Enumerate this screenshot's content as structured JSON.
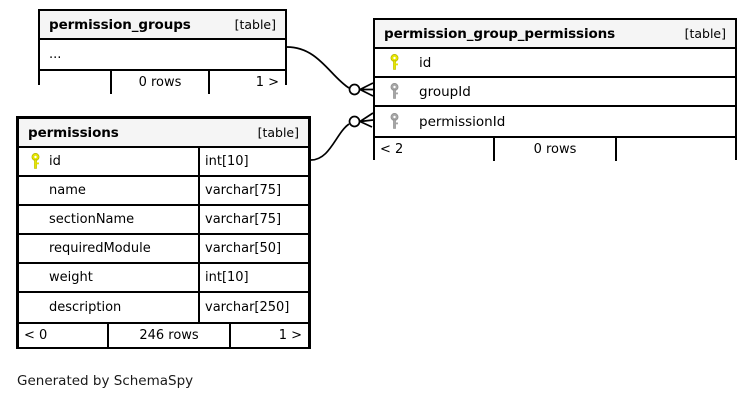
{
  "diagram": {
    "kind": "entity-relationship-diagram",
    "generator_credit": "Generated by SchemaSpy",
    "colors": {
      "background": "#ffffff",
      "border": "#000000",
      "header_fill": "#f5f5f5",
      "primary_key": "#e6e600",
      "foreign_key": "#999999",
      "text": "#000000"
    }
  },
  "tables": {
    "permission_groups": {
      "title": "permission_groups",
      "tag": "[table]",
      "columns": [
        {
          "name": "...",
          "type": "",
          "key": "none"
        }
      ],
      "footer": {
        "left": "",
        "middle": "0 rows",
        "right": "1 >"
      }
    },
    "permissions": {
      "title": "permissions",
      "tag": "[table]",
      "columns": [
        {
          "name": "id",
          "type": "int[10]",
          "key": "primary"
        },
        {
          "name": "name",
          "type": "varchar[75]",
          "key": "none"
        },
        {
          "name": "sectionName",
          "type": "varchar[75]",
          "key": "none"
        },
        {
          "name": "requiredModule",
          "type": "varchar[50]",
          "key": "none"
        },
        {
          "name": "weight",
          "type": "int[10]",
          "key": "none"
        },
        {
          "name": "description",
          "type": "varchar[250]",
          "key": "none"
        }
      ],
      "footer": {
        "left": "< 0",
        "middle": "246 rows",
        "right": "1 >"
      }
    },
    "permission_group_permissions": {
      "title": "permission_group_permissions",
      "tag": "[table]",
      "columns": [
        {
          "name": "id",
          "type": "",
          "key": "primary"
        },
        {
          "name": "groupId",
          "type": "",
          "key": "foreign"
        },
        {
          "name": "permissionId",
          "type": "",
          "key": "foreign"
        }
      ],
      "footer": {
        "left": "< 2",
        "middle": "0 rows",
        "right": ""
      }
    }
  },
  "relationships": [
    {
      "name": "permission-groups-to-group-permissions",
      "from_table": "permission_groups",
      "to_table": "permission_group_permissions",
      "to_column": "groupId",
      "from_cardinality": "zero-or-one",
      "to_cardinality": "many"
    },
    {
      "name": "permissions-to-group-permissions",
      "from_table": "permissions",
      "from_column": "id",
      "to_table": "permission_group_permissions",
      "to_column": "permissionId",
      "from_cardinality": "zero-or-one",
      "to_cardinality": "many"
    }
  ]
}
